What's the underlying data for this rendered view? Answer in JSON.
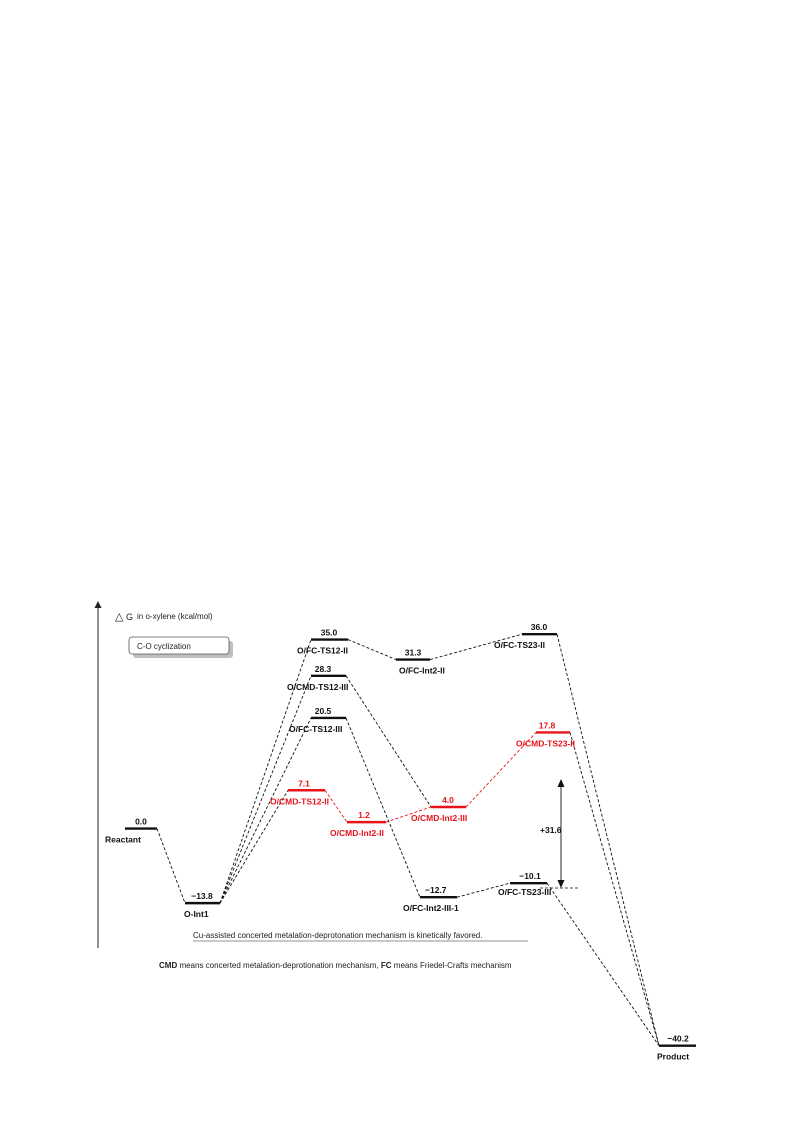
{
  "axis": {
    "delta_symbol": "△",
    "g_letter": "G",
    "label": "in o-xylene (kcal/mol)"
  },
  "box_label": "C-O cyclization",
  "states": [
    {
      "id": "reactant",
      "label": "Reactant",
      "value": "0.0",
      "energy": 0.0,
      "color": "#111111"
    },
    {
      "id": "o-int1",
      "label": "O-Int1",
      "value": "−13.8",
      "energy": -13.8,
      "color": "#111111"
    },
    {
      "id": "fc-ts12-ii",
      "label": "O/FC-TS12-II",
      "value": "35.0",
      "energy": 35.0,
      "color": "#111111"
    },
    {
      "id": "cmd-ts12-iii",
      "label": "O/CMD-TS12-III",
      "value": "28.3",
      "energy": 28.3,
      "color": "#111111"
    },
    {
      "id": "fc-ts12-iii",
      "label": "O/FC-TS12-III",
      "value": "20.5",
      "energy": 20.5,
      "color": "#111111"
    },
    {
      "id": "cmd-ts12-ii",
      "label": "O/CMD-TS12-II",
      "value": "7.1",
      "energy": 7.1,
      "color": "#e8141b"
    },
    {
      "id": "fc-int2-ii",
      "label": "O/FC-Int2-II",
      "value": "31.3",
      "energy": 31.3,
      "color": "#111111"
    },
    {
      "id": "cmd-int2-ii",
      "label": "O/CMD-Int2-II",
      "value": "1.2",
      "energy": 1.2,
      "color": "#e8141b"
    },
    {
      "id": "cmd-int2-iii",
      "label": "O/CMD-Int2-III",
      "value": "4.0",
      "energy": 4.0,
      "color": "#e8141b"
    },
    {
      "id": "fc-int2-iii-1",
      "label": "O/FC-Int2-III-1",
      "value": "−12.7",
      "energy": -12.7,
      "color": "#111111"
    },
    {
      "id": "fc-ts23-ii",
      "label": "O/FC-TS23-II",
      "value": "36.0",
      "energy": 36.0,
      "color": "#111111"
    },
    {
      "id": "cmd-ts23-ii",
      "label": "O/CMD-TS23-II",
      "value": "17.8",
      "energy": 17.8,
      "color": "#e8141b"
    },
    {
      "id": "fc-ts23-iii",
      "label": "O/FC-TS23-III",
      "value": "−10.1",
      "energy": -10.1,
      "color": "#111111"
    },
    {
      "id": "product",
      "label": "Product",
      "value": "−40.2",
      "energy": -40.2,
      "color": "#111111"
    }
  ],
  "connections": [
    {
      "from": "reactant",
      "to": "o-int1",
      "color": "#111111"
    },
    {
      "from": "o-int1",
      "to": "fc-ts12-ii",
      "color": "#111111"
    },
    {
      "from": "o-int1",
      "to": "cmd-ts12-iii",
      "color": "#111111"
    },
    {
      "from": "o-int1",
      "to": "fc-ts12-iii",
      "color": "#111111"
    },
    {
      "from": "o-int1",
      "to": "cmd-ts12-ii",
      "color": "#111111"
    },
    {
      "from": "fc-ts12-ii",
      "to": "fc-int2-ii",
      "color": "#111111"
    },
    {
      "from": "fc-int2-ii",
      "to": "fc-ts23-ii",
      "color": "#111111"
    },
    {
      "from": "fc-ts23-ii",
      "to": "product",
      "color": "#111111"
    },
    {
      "from": "cmd-ts12-iii",
      "to": "cmd-int2-iii",
      "color": "#111111"
    },
    {
      "from": "cmd-ts12-ii",
      "to": "cmd-int2-ii",
      "color": "#e8141b"
    },
    {
      "from": "cmd-int2-ii",
      "to": "cmd-int2-iii",
      "color": "#e8141b"
    },
    {
      "from": "cmd-int2-iii",
      "to": "cmd-ts23-ii",
      "color": "#e8141b"
    },
    {
      "from": "cmd-ts23-ii",
      "to": "product",
      "color": "#111111"
    },
    {
      "from": "fc-ts12-iii",
      "to": "fc-int2-iii-1",
      "color": "#111111"
    },
    {
      "from": "fc-int2-iii-1",
      "to": "fc-ts23-iii",
      "color": "#111111"
    },
    {
      "from": "fc-ts23-iii",
      "to": "product",
      "color": "#111111"
    }
  ],
  "barrier": {
    "label": "+31.6",
    "value": 31.6
  },
  "note": "Cu-assisted concerted metalation-deprotonation mechanism is kinetically favored.",
  "footnote": {
    "cmd_abbr": "CMD",
    "cmd_text": " means concerted metalation-deprotionation mechanism, ",
    "fc_abbr": "FC",
    "fc_text": " means Friedel-Crafts mechanism"
  }
}
